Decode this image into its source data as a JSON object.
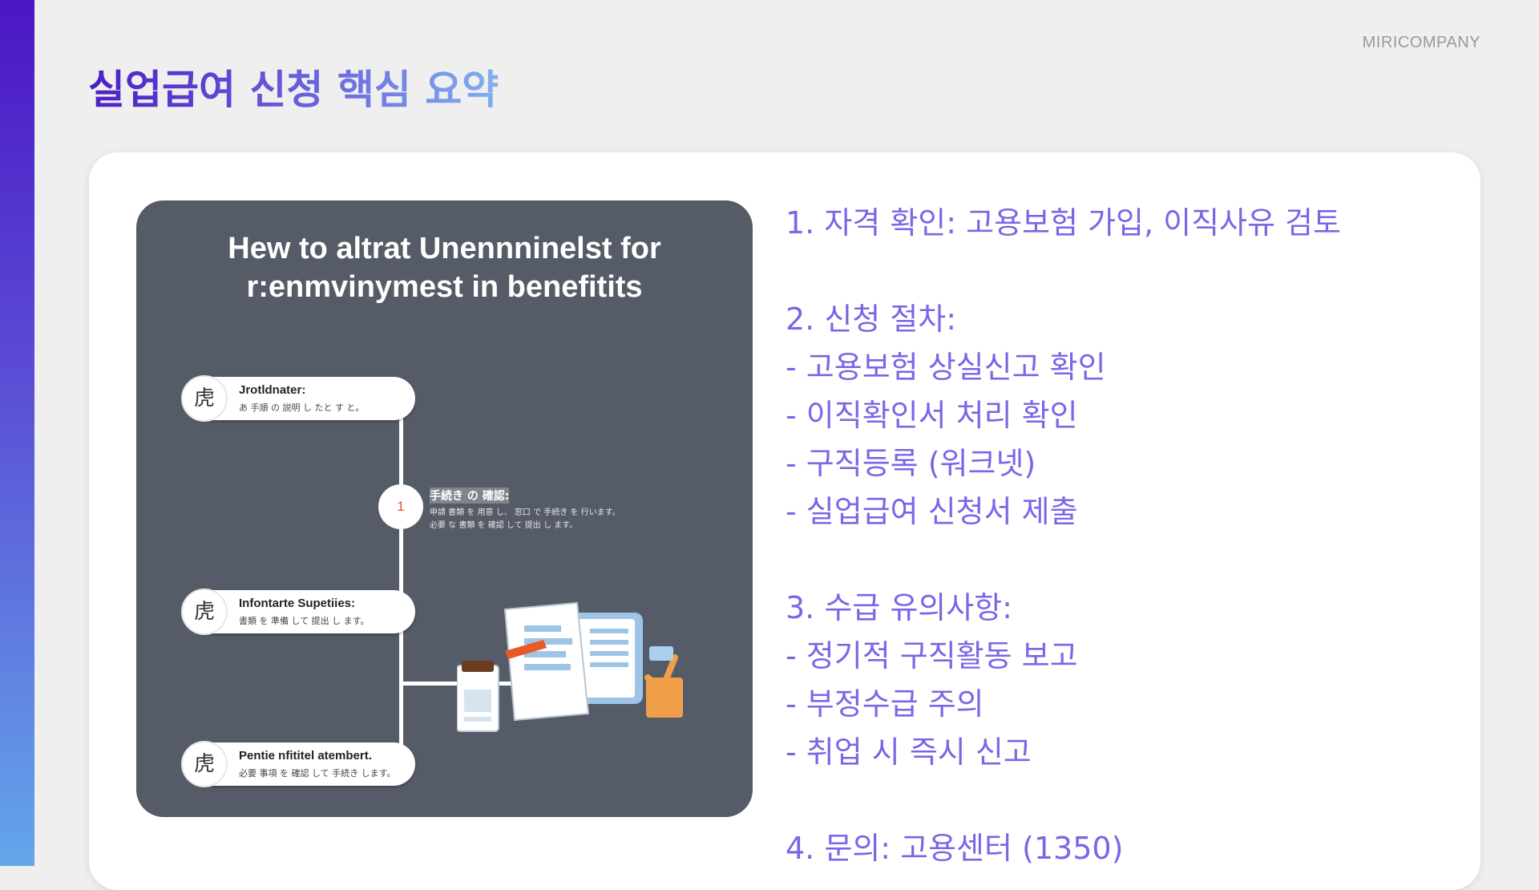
{
  "brand": "MIRICOMPANY",
  "title": "실업급여 신청 핵심 요약",
  "illustration": {
    "title_line1": "Hew to altrat Unennninelst for",
    "title_line2": "r:enmvinymest in benefitits",
    "step_icon_glyph": "虎",
    "steps": [
      {
        "name": "Jrotldnater:",
        "sub": "あ 手順 の 説明 し たと す と。"
      },
      {
        "name": "Infontarte Supetiies:",
        "sub": "書類 を 準備 して 提出 し ます。"
      },
      {
        "name": "Pentie nfititel atembert.",
        "sub": "必要 事項 を 確認 して 手続き します。"
      }
    ],
    "middle_step": {
      "number": "1",
      "name": "手続き の 確認:",
      "sub_line1": "申請 書類 を 用意 し、 窓口 で 手続き を 行います。",
      "sub_line2": "必要 な 書類 を 確認 して 提出 し ます。"
    }
  },
  "content": {
    "section1": "1. 자격 확인: 고용보험 가입, 이직사유 검토",
    "section2_heading": "2. 신청 절차:",
    "section2_items": [
      "- 고용보험 상실신고 확인",
      "- 이직확인서 처리 확인",
      "- 구직등록 (워크넷)",
      "- 실업급여 신청서 제출"
    ],
    "section3_heading": "3. 수급 유의사항:",
    "section3_items": [
      "- 정기적 구직활동 보고",
      "- 부정수급 주의",
      "- 취업 시 즉시 신고"
    ],
    "section4": "4. 문의: 고용센터 (1350)"
  },
  "colors": {
    "accent_top": "#4a16c4",
    "accent_bottom": "#63a6ea",
    "text_purple": "#7a66e6",
    "illustration_bg": "#555b67"
  }
}
